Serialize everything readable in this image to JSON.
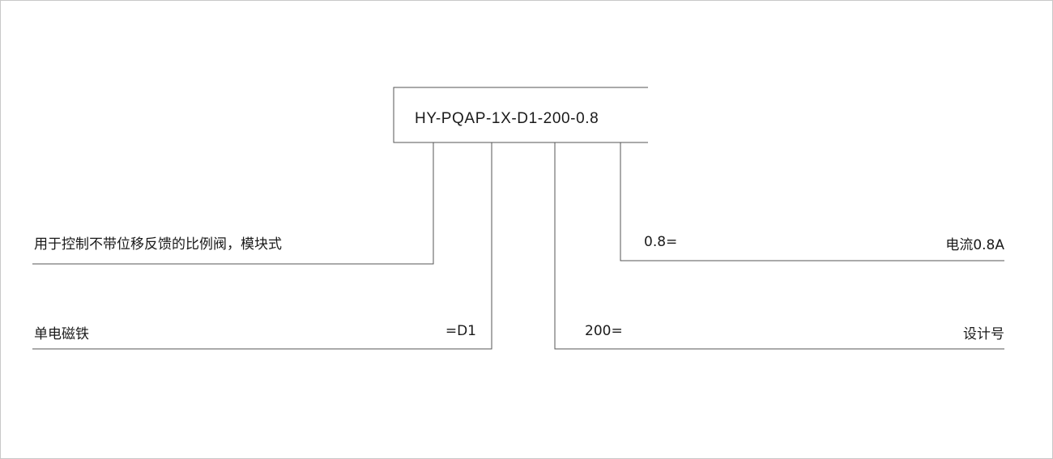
{
  "model_code": "HY-PQAP-1X-D1-200-0.8",
  "rows": {
    "type_description": {
      "label": "用于控制不带位移反馈的比例阀，模块式",
      "code": ""
    },
    "solenoid": {
      "label": "单电磁铁",
      "code": "=D1"
    },
    "design": {
      "code": "200=",
      "label": "设计号"
    },
    "current": {
      "code": "0.8=",
      "label": "电流0.8A"
    }
  },
  "colors": {
    "line": "#555555",
    "text": "#1a1a1a",
    "frame": "#c8c8c8"
  }
}
